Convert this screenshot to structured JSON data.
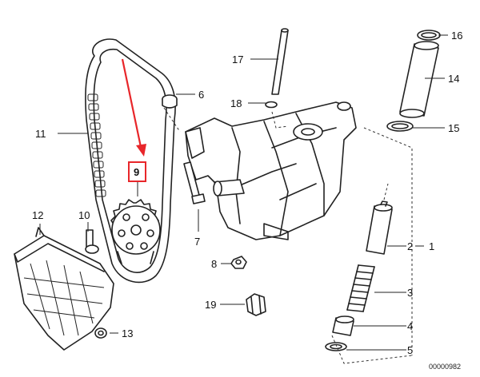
{
  "diagram": {
    "drawing_number": "00000982",
    "highlight_color": "#e8262a",
    "highlighted_part": "9",
    "labels": [
      {
        "id": "1",
        "text": "1"
      },
      {
        "id": "2",
        "text": "2"
      },
      {
        "id": "3",
        "text": "3"
      },
      {
        "id": "4",
        "text": "4"
      },
      {
        "id": "5",
        "text": "5"
      },
      {
        "id": "6",
        "text": "6"
      },
      {
        "id": "7",
        "text": "7"
      },
      {
        "id": "8",
        "text": "8"
      },
      {
        "id": "9",
        "text": "9"
      },
      {
        "id": "10",
        "text": "10"
      },
      {
        "id": "11",
        "text": "11"
      },
      {
        "id": "12",
        "text": "12"
      },
      {
        "id": "13",
        "text": "13"
      },
      {
        "id": "14",
        "text": "14"
      },
      {
        "id": "15",
        "text": "15"
      },
      {
        "id": "16",
        "text": "16"
      },
      {
        "id": "17",
        "text": "17"
      },
      {
        "id": "18",
        "text": "18"
      },
      {
        "id": "19",
        "text": "19"
      }
    ]
  }
}
